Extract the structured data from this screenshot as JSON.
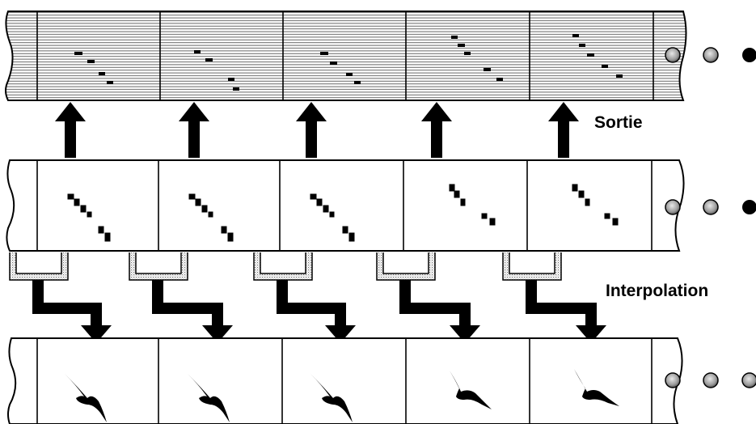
{
  "labels": {
    "output": "Sortie",
    "interpolation": "Interpolation"
  },
  "colors": {
    "ink": "#000000",
    "paper": "#ffffff",
    "dot": "#9a9a9a",
    "film_lines": "#555555"
  },
  "icons": [
    "filmstrip",
    "arrow-up",
    "stepped-arrow-down",
    "bracket-connector",
    "bird-silhouette",
    "sprocket-dot"
  ]
}
